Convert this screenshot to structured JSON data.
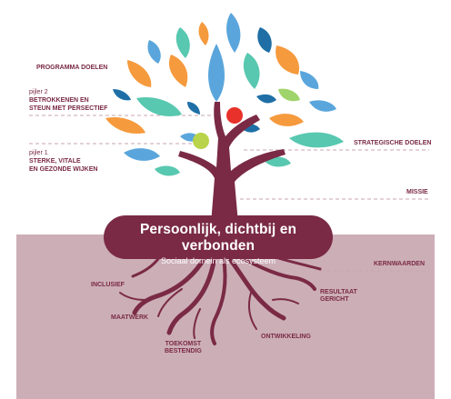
{
  "colors": {
    "ground": "#ccaeb7",
    "trunk": "#7a2a45",
    "label": "#7a2a45",
    "dash": "#c9a6b2",
    "leaf_blue": "#5aa6dc",
    "leaf_orange": "#f59a3d",
    "leaf_teal": "#58c8b0",
    "leaf_navy": "#1f6fa6",
    "leaf_lightgreen": "#9fd36b",
    "fruit_red": "#e8312a",
    "fruit_green": "#b9d34a",
    "center_text": "#ffffff"
  },
  "tree": {
    "top_labels": {
      "programma_doelen": "PROGRAMMA DOELEN",
      "pijler2_tag": "pijler 2",
      "pijler2_line1": "BETROKKENEN EN",
      "pijler2_line2": "STEUN MET PERSECTIEF",
      "pijler1_tag": "pijler 1",
      "pijler1_line1": "STERKE, VITALE",
      "pijler1_line2": "EN GEZONDE WIJKEN",
      "strategische_doelen": "STRATEGISCHE DOELEN",
      "missie": "MISSIE"
    },
    "center": {
      "title": "Persoonlijk, dichtbij en verbonden",
      "subtitle": "Sociaal domein als ecosysteem"
    },
    "root_labels": {
      "kernwaarden": "KERNWAARDEN",
      "inclusief": "INCLUSIEF",
      "maatwerk": "MAATWERK",
      "toekomst_line1": "TOEKOMST",
      "toekomst_line2": "BESTENDIG",
      "ontwikkeling": "ONTWIKKELING",
      "resultaat_line1": "RESULTAAT",
      "resultaat_line2": "GERICHT"
    }
  }
}
